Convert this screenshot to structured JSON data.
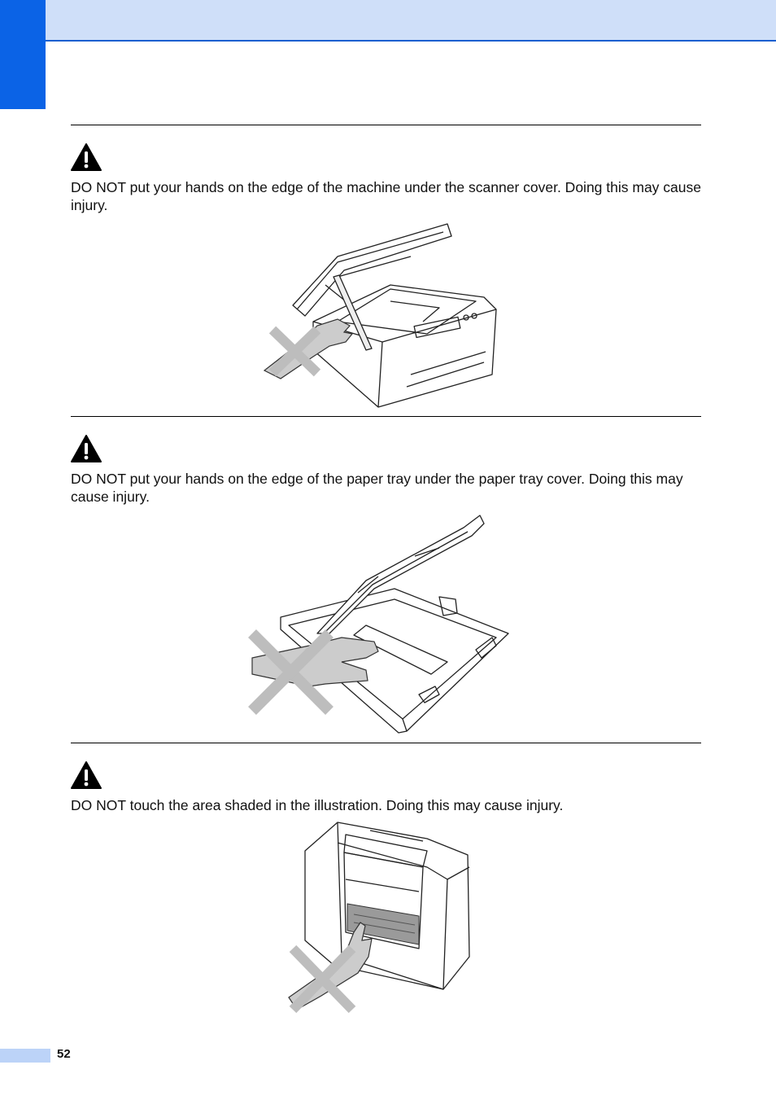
{
  "page": {
    "number": "52",
    "accent_color": "#0b63e6",
    "header_band_color": "#cfdff9",
    "footer_bar_color": "#bcd3f8"
  },
  "warnings": [
    {
      "icon": "warning-triangle-icon",
      "text": "DO NOT put your hands on the edge of the machine under the scanner cover. Doing this may cause injury.",
      "illustration": "hand-under-scanner-cover-crossed-out"
    },
    {
      "icon": "warning-triangle-icon",
      "text": "DO NOT put your hands on the edge of the paper tray under the paper tray cover. Doing this may cause injury.",
      "illustration": "hand-under-paper-tray-cover-crossed-out"
    },
    {
      "icon": "warning-triangle-icon",
      "text": "DO NOT touch the area shaded in the illustration. Doing this may cause injury.",
      "illustration": "hand-touching-shaded-area-crossed-out"
    }
  ]
}
